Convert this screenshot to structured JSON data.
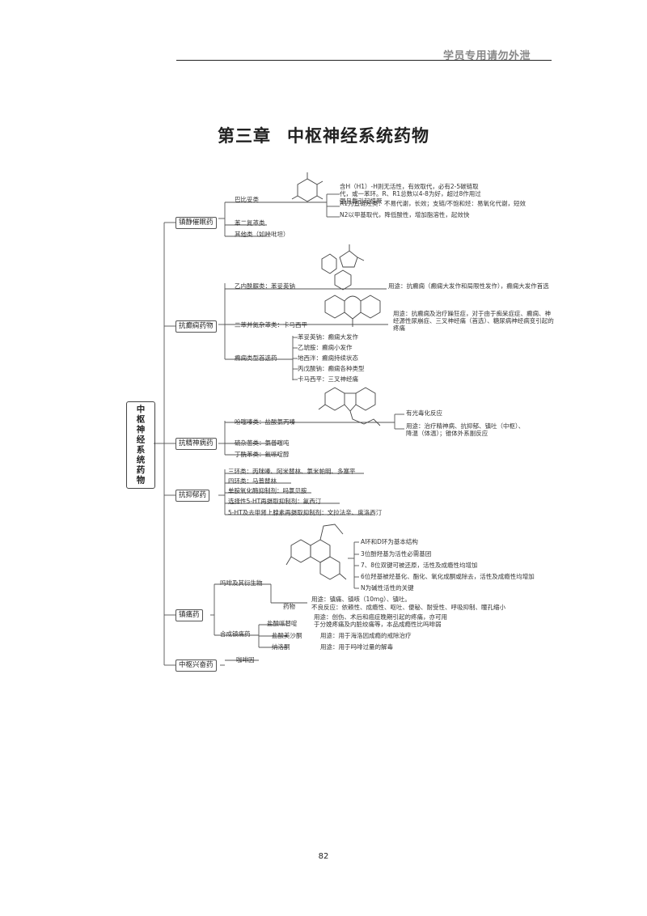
{
  "header": {
    "note": "学员专用请勿外泄"
  },
  "chapter": {
    "number": "第三章",
    "title": "中枢神经系统药物"
  },
  "root": "中枢神经系统药物",
  "categories": {
    "sedative": "镇静催眠药",
    "antiepileptic": "抗癫痫药物",
    "antipsychotic": "抗精神病药",
    "antidepressant": "抗抑郁药",
    "analgesic": "镇痛药",
    "stimulant": "中枢兴奋药"
  },
  "sedative": {
    "barbiturates": "巴比妥类",
    "barb_notes": [
      "含H（H1）-H则无活性，有效取代，必有2-5碳链取代，或一苯环。R、R1总数以4-8为好，超过8作用过强且载引起惊厥",
      "R1为直链烃类：不易代谢，长效；支链/不饱和烃：易氧化代谢，短效",
      "N2以甲基取代，降低酸性，增加脂溶性，起效快"
    ],
    "benzodiazepines": "苯二氮䓬类",
    "other": "其他类（如唑吡坦）"
  },
  "antiepileptic": {
    "hydantoin": "乙内酰脲类：苯妥英钠",
    "hydantoin_use": "用途：抗癫痫（癫痫大发作和局限性发作），癫痫大发作首选",
    "dibenz": "二苯并氮杂䓬类：卡马西平",
    "dibenz_use": "用途：抗癫痫及治疗躁狂症，对于由于痴呆症症、癫痫、神经源性尿崩症、三叉神经痛（首选）、糖尿病神经病变引起的疼痛",
    "fatty": "癫痫类型首选药",
    "fatty_items": [
      "苯妥英钠：癫痫大发作",
      "乙琥胺：癫痫小发作",
      "地西泮：癫痫持续状态",
      "丙戊酸钠：癫痫各种类型",
      "卡马西平：三叉神经痛"
    ]
  },
  "antipsychotic": {
    "pheno": "吩噻嗪类：盐酸氯丙嗪",
    "pheno_note1": "有光毒化反应",
    "pheno_note2": "用途：治疗精神病、抗抑郁、镇吐（中枢）、降温（体温）；锥体外系副反应",
    "thiox": "硫杂蒽类：氯普噻吨",
    "butyro": "丁酰苯类：氟哌啶醇"
  },
  "antidepressant": {
    "items": [
      "三环类：丙咪嗪、阿米替林、氯米帕明、多塞平",
      "四环类：马普替林",
      "单胺氧化酶抑制剂：吗氯贝胺",
      "选择性5-HT再摄取抑制剂：氟西汀",
      "5-HT及去甲肾上腺素再摄取抑制剂：文拉法辛、度洛西汀"
    ]
  },
  "analgesic": {
    "morphine": "吗啡及其衍生物",
    "morphine_sar": [
      "A环和D环为基本结构",
      "3位酚羟基为活性必需基团",
      "7、8位双键可被还原，活性及成瘾性均增加",
      "6位羟基被烃基化、酯化、氧化成酮或除去，活性及成瘾性均增加",
      "N为碱性活性的关键"
    ],
    "drug_label": "药物",
    "drug_use": "用途：镇痛、镇咳（10mg）、镇吐。",
    "drug_adr": "不良反应：依赖性、成瘾性、呕吐、便秘、耐受性、呼吸抑制、瞳孔缩小",
    "synthetic": "合成镇痛药",
    "pethidine": "盐酸哌替啶",
    "pethidine_use": "用途：创伤、术后和癌症晚期引起的疼痛，亦可用于分娩疼痛及内脏绞痛等，本品成瘾性比吗啡弱",
    "methadone": "盐酸美沙酮",
    "methadone_use": "用途：用于海洛因成瘾的戒除治疗",
    "naloxone": "纳洛酮",
    "naloxone_use": "用途：用于吗啡过量的解毒"
  },
  "stimulant": {
    "item": "咖啡因"
  },
  "page_number": "82"
}
